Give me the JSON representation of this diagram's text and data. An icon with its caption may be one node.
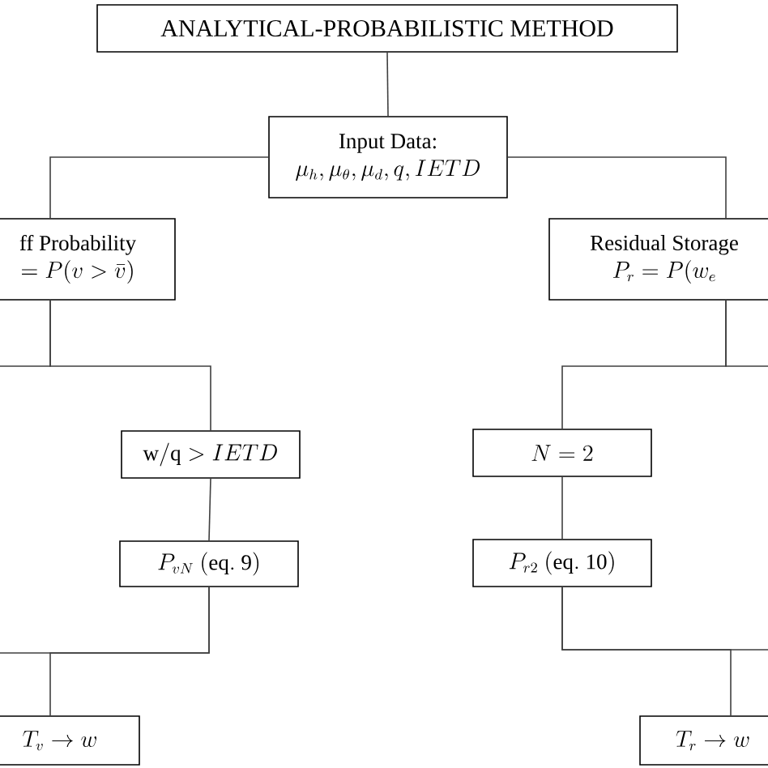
{
  "diagram": {
    "nodes": [
      {
        "text": [
          "ANALYTICAL-PROBABILISTIC METHOD"
        ]
      },
      {
        "text": [
          "Input Data:",
          "\\mu_h, \\mu_\\theta, \\mu_d, q, IETD"
        ]
      },
      {
        "text": [
          "ff Probability",
          "= P(v > \\bar{v})"
        ]
      },
      {
        "text": [
          "Residual Storage",
          "P_r = P(w_e"
        ]
      },
      {
        "text": [
          "\\mathrm{w/q} > IETD"
        ]
      },
      {
        "text": [
          "N = 2"
        ]
      },
      {
        "text": [
          "P_{vN}\\ \\mathrm{(eq.\\ 9)}"
        ]
      },
      {
        "text": [
          "P_{r2}\\ \\mathrm{(eq.\\ 10)}"
        ]
      },
      {
        "text": [
          "T_v \\rightarrow w"
        ]
      },
      {
        "text": [
          "T_r \\rightarrow w"
        ]
      }
    ],
    "edges": [
      {
        "from": 0,
        "to": 1,
        "arrow": "none"
      },
      {
        "from": 1,
        "to": 2,
        "arrow": "none"
      },
      {
        "from": 1,
        "to": 3,
        "arrow": "none"
      },
      {
        "from": 2,
        "to": 4,
        "arrow": "none"
      },
      {
        "from": 2,
        "to": null,
        "arrow": "none"
      },
      {
        "from": 3,
        "to": 5,
        "arrow": "none"
      },
      {
        "from": 3,
        "to": null,
        "arrow": "none"
      },
      {
        "from": 4,
        "to": 6,
        "arrow": "none"
      },
      {
        "from": 5,
        "to": 7,
        "arrow": "none"
      },
      {
        "from": 6,
        "to": 8,
        "arrow": "none"
      },
      {
        "from": 6,
        "to": null,
        "arrow": "none"
      },
      {
        "from": 7,
        "to": 9,
        "arrow": "none"
      },
      {
        "from": 7,
        "to": null,
        "arrow": "none"
      }
    ]
  }
}
